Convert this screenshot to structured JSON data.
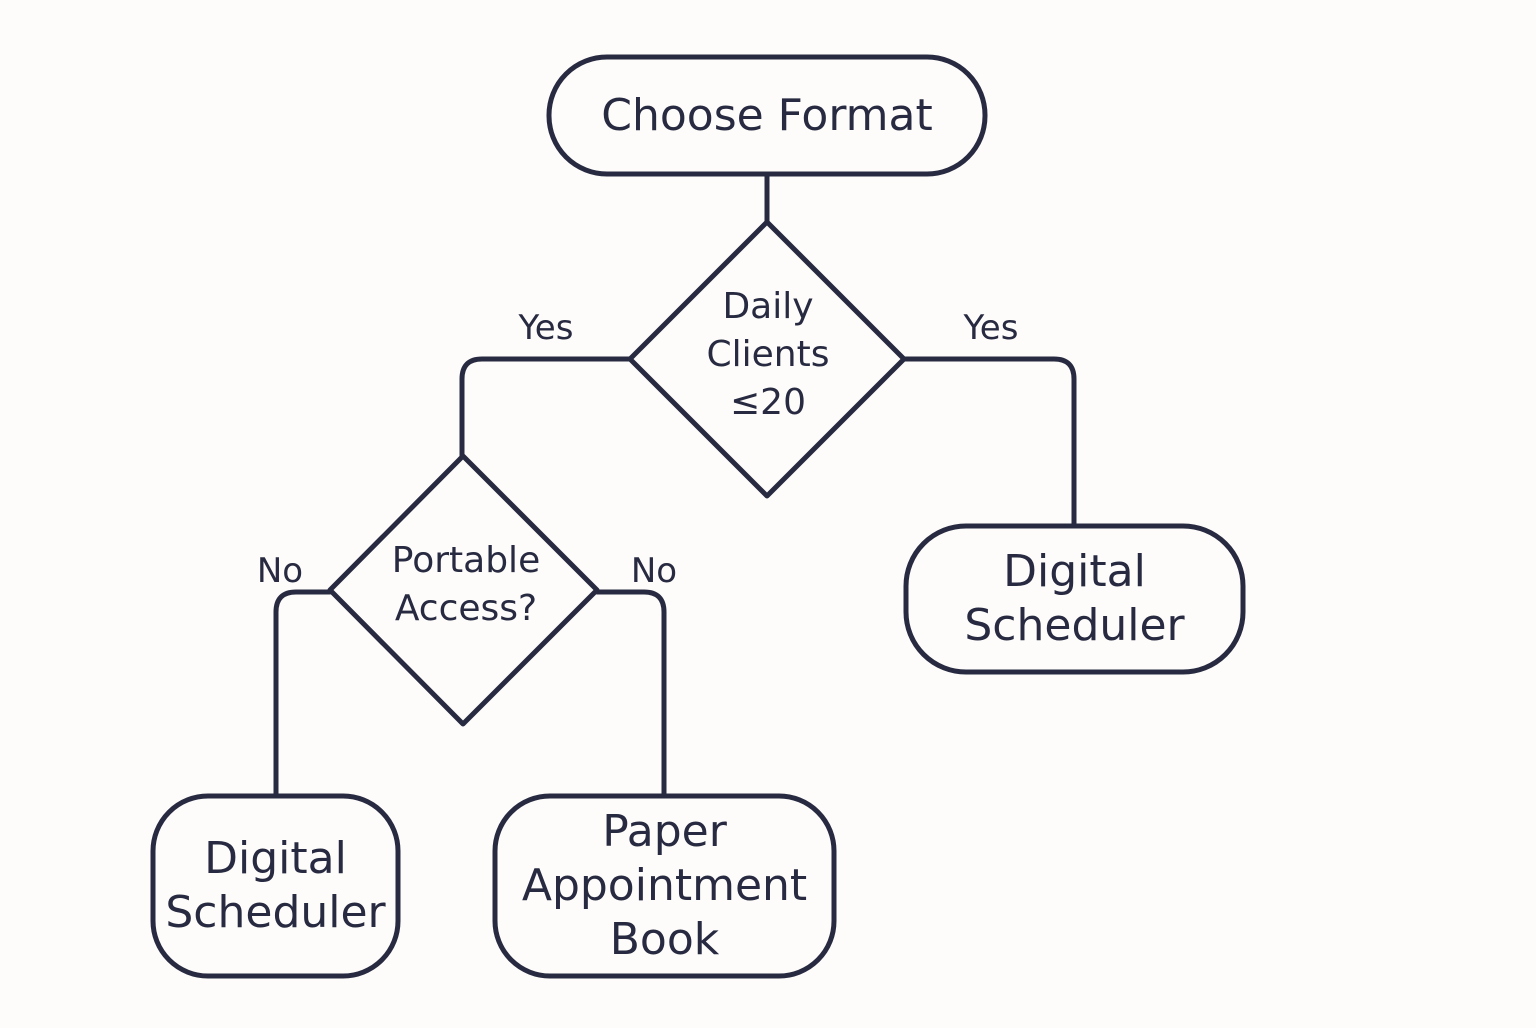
{
  "colors": {
    "background": "#fdfcfa",
    "ink": "#272a40"
  },
  "nodes": {
    "start": {
      "label": "Choose Format",
      "shape": "terminal"
    },
    "decision_clients": {
      "label": "Daily\nClients\n≤20",
      "shape": "decision"
    },
    "decision_portable": {
      "label": "Portable\nAccess?",
      "shape": "decision"
    },
    "digital_right": {
      "label": "Digital\nScheduler",
      "shape": "terminal"
    },
    "digital_left": {
      "label": "Digital\nScheduler",
      "shape": "terminal"
    },
    "paper_book": {
      "label": "Paper\nAppointment\nBook",
      "shape": "terminal"
    }
  },
  "edges": [
    {
      "from": "start",
      "to": "decision_clients",
      "label": ""
    },
    {
      "from": "decision_clients",
      "to": "decision_portable",
      "label": "Yes"
    },
    {
      "from": "decision_clients",
      "to": "digital_right",
      "label": "Yes"
    },
    {
      "from": "decision_portable",
      "to": "digital_left",
      "label": "No"
    },
    {
      "from": "decision_portable",
      "to": "paper_book",
      "label": "No"
    }
  ]
}
